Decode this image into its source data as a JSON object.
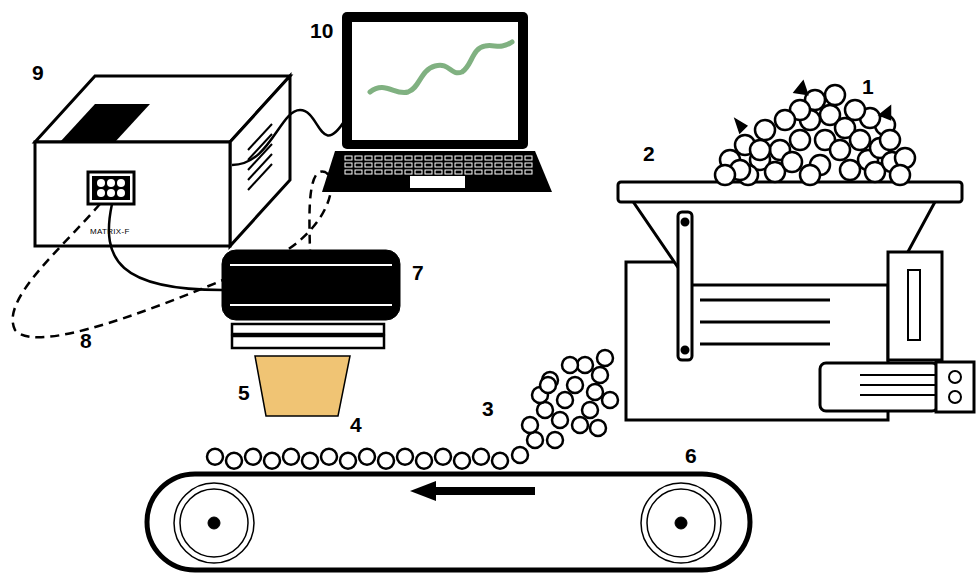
{
  "diagram": {
    "labels": [
      "10",
      "9",
      "1",
      "2",
      "7",
      "8",
      "5",
      "4",
      "3",
      "6",
      "MATRIX-F"
    ]
  }
}
